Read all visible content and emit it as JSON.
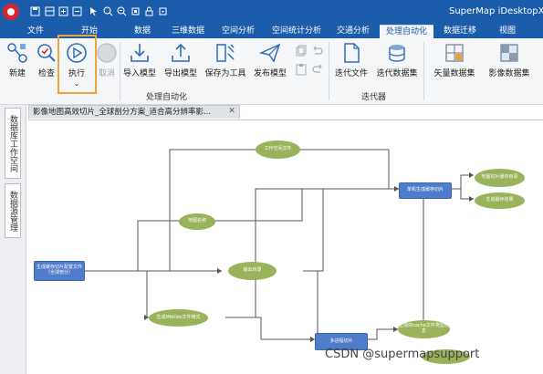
{
  "app": {
    "title": "SuperMap iDesktopX"
  },
  "ribbon": {
    "tabs": [
      {
        "label": "文件"
      },
      {
        "label": "开始"
      },
      {
        "label": "数据"
      },
      {
        "label": "三维数据"
      },
      {
        "label": "空间分析"
      },
      {
        "label": "空间统计分析"
      },
      {
        "label": "交通分析"
      },
      {
        "label": "处理自动化",
        "active": true
      },
      {
        "label": "数据迁移"
      },
      {
        "label": "视图"
      }
    ],
    "buttons": {
      "new": "新建",
      "check": "检查",
      "run": "执行",
      "cancel": "取消",
      "import_model": "导入模型",
      "export_model": "导出模型",
      "save_as_tool": "保存为工具",
      "publish_model": "发布模型",
      "iter_file": "迭代文件",
      "iter_dataset": "迭代数据集",
      "vector_dataset": "矢量数据集",
      "image_dataset": "影像数据集"
    },
    "groups": {
      "automation": "处理自动化",
      "iterator": "迭代器"
    }
  },
  "left_dock": {
    "tab1": "数据库工作空间",
    "tab2": "数据源管理"
  },
  "document": {
    "tab_title": "影像地图高效切片_全球剖分方案_适合高分辨率影..."
  },
  "nodes": {
    "input_job": "生成缓存切片配置文件（全球剖分）",
    "config_file": "工作空间文件",
    "map_name": "地图名称",
    "output_dir": "输出目录",
    "tile_type": "生成Mbtiles文件格式",
    "gen_cache": "单机生成缓存切片",
    "cache_file": "地图切片缓存目录",
    "result": "生成缓存结果",
    "multi_proc": "多进程切片",
    "gen_file": "生成的cache文件类型信息"
  },
  "watermark": "CSDN @supermapsupport",
  "colors": {
    "titlebar": "#1b5cab",
    "oval": "#9ab25a",
    "rect": "#4f7dcc",
    "highlight": "#f0a33a"
  }
}
